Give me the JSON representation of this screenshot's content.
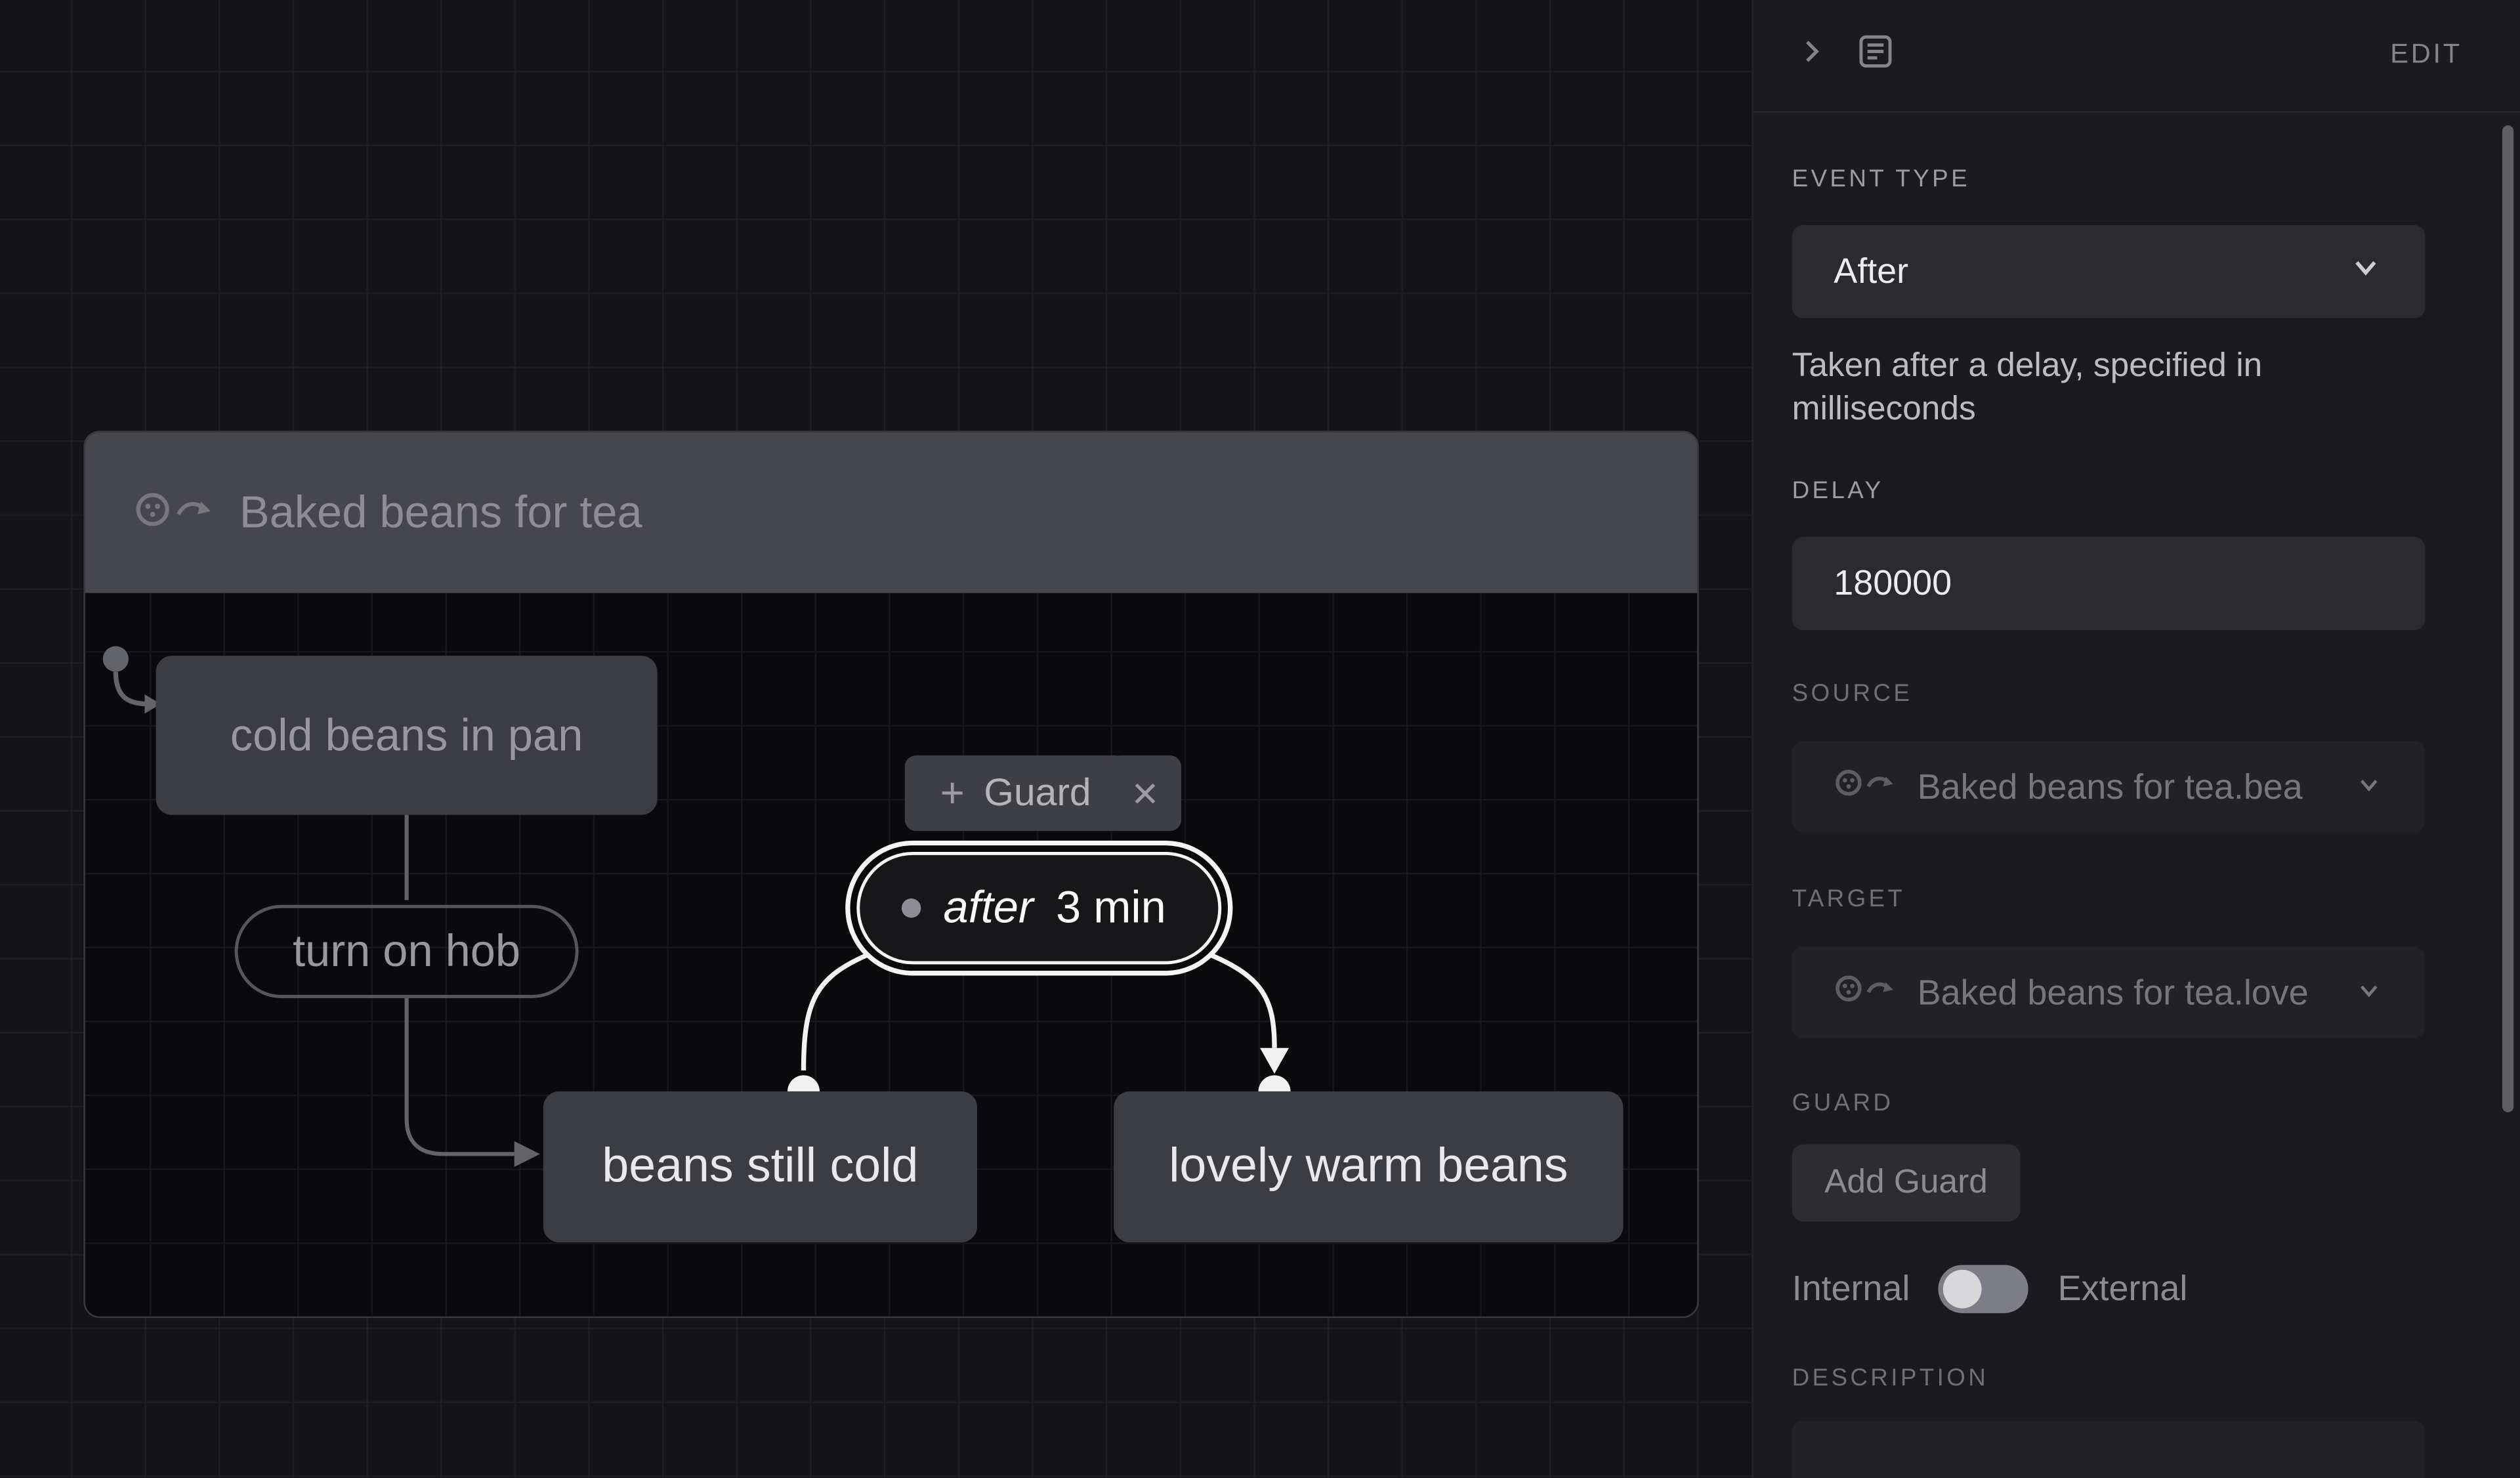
{
  "canvas": {
    "machine_title": "Baked beans for tea",
    "states": {
      "initial": "cold beans in pan",
      "still_cold": "beans still cold",
      "warm": "lovely warm beans"
    },
    "event_pill": "turn on hob",
    "transition": {
      "keyword": "after",
      "time": "3 min"
    },
    "guard_button": {
      "plus": "+",
      "label": "Guard"
    },
    "close_button": "×"
  },
  "panel": {
    "edit_label": "EDIT",
    "event_type": {
      "label": "EVENT TYPE",
      "value": "After",
      "help": "Taken after a delay, specified in milliseconds"
    },
    "delay": {
      "label": "DELAY",
      "value": "180000"
    },
    "source": {
      "label": "SOURCE",
      "value": "Baked beans for tea.bea"
    },
    "target": {
      "label": "TARGET",
      "value": "Baked beans for tea.love"
    },
    "guard": {
      "label": "GUARD",
      "button_label": "Add Guard"
    },
    "transition_mode": {
      "internal": "Internal",
      "external": "External"
    },
    "description": {
      "label": "DESCRIPTION"
    }
  },
  "colors": {
    "selection": "#f5f5f5",
    "edge": "#f2f2f2",
    "panel_bg": "#1b1b1f",
    "canvas_bg": "#141417"
  }
}
